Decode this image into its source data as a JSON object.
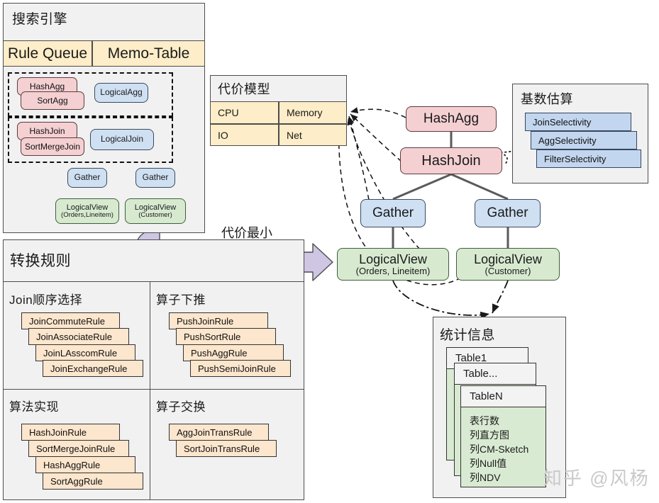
{
  "search_engine": {
    "title": "搜索引擎",
    "queue_label": "Rule Queue",
    "memo_label": "Memo-Table",
    "memo_groups": [
      {
        "physical": [
          "HashAgg",
          "SortAgg"
        ],
        "logical": "LogicalAgg"
      },
      {
        "physical": [
          "HashJoin",
          "SortMergeJoin"
        ],
        "logical": "LogicalJoin"
      }
    ],
    "gather_left": "Gather",
    "gather_right": "Gather",
    "view_left_main": "LogicalView",
    "view_left_sub": "(Orders,Lineitem)",
    "view_right_main": "LogicalView",
    "view_right_sub": "(Customer)"
  },
  "cost_model": {
    "title": "代价模型",
    "cells": [
      "CPU",
      "Memory",
      "IO",
      "Net"
    ]
  },
  "cardinality": {
    "title": "基数估算",
    "items": [
      "JoinSelectivity",
      "AggSelectivity",
      "FilterSelectivity"
    ]
  },
  "transform_rules": {
    "title": "转换规则",
    "groups": [
      {
        "name": "Join顺序选择",
        "rules": [
          "JoinCommuteRule",
          "JoinAssociateRule",
          "JoinLAsscomRule",
          "JoinExchangeRule"
        ]
      },
      {
        "name": "算子下推",
        "rules": [
          "PushJoinRule",
          "PushSortRule",
          "PushAggRule",
          "PushSemiJoinRule"
        ]
      },
      {
        "name": "算法实现",
        "rules": [
          "HashJoinRule",
          "SortMergeJoinRule",
          "HashAggRule",
          "SortAggRule"
        ]
      },
      {
        "name": "算子交换",
        "rules": [
          "AggJoinTransRule",
          "SortJoinTransRule"
        ]
      }
    ]
  },
  "plan_tree": {
    "agg": "HashAgg",
    "join": "HashJoin",
    "gather_left": "Gather",
    "gather_right": "Gather",
    "view_left_main": "LogicalView",
    "view_left_sub": "(Orders, Lineitem)",
    "view_right_main": "LogicalView",
    "view_right_sub": "(Customer)"
  },
  "statistics": {
    "title": "统计信息",
    "cards": [
      {
        "name": "Table1"
      },
      {
        "name": "Table..."
      },
      {
        "name": "TableN",
        "metrics": [
          "表行数",
          "列直方图",
          "列CM-Sketch",
          "列Null值",
          "列NDV"
        ]
      }
    ]
  },
  "annotations": {
    "min_cost": "代价最小"
  },
  "watermark": "知乎 @风杨",
  "colors": {
    "panel_bg": "#f1f1f1",
    "yellow": "#fdedc8",
    "pink": "#f4d0d2",
    "blue": "#cfe0f3",
    "green": "#d7ead0",
    "orange": "#fce6cd",
    "card_blue": "#c3d6ef",
    "stat_green": "#d9ead3",
    "arrow_purple": "#cfc6e4",
    "stroke": "#4d4d4d"
  }
}
